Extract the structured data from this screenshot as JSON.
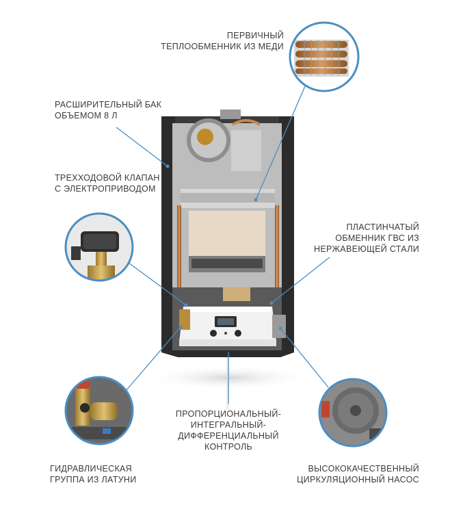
{
  "colors": {
    "callout_line": "#4a8ec2",
    "circle_border": "#4a8ec2",
    "text": "#3a3a3a",
    "boiler_frame": "#2b2b2b",
    "steel": "#c9c9c9",
    "copper": "#c9884e",
    "control_panel": "#f2f2f2"
  },
  "labels": {
    "heat_exchanger": [
      "ПЕРВИЧНЫЙ",
      "ТЕПЛООБМЕННИК ИЗ МЕДИ"
    ],
    "expansion_tank": [
      "РАСШИРИТЕЛЬНЫЙ БАК",
      "ОБЪЕМОМ 8 Л"
    ],
    "three_way_valve": [
      "ТРЕХХОДОВОЙ КЛАПАН",
      "С ЭЛЕКТРОПРИВОДОМ"
    ],
    "plate_exchanger": [
      "ПЛАСТИНЧАТЫЙ",
      "ОБМЕННИК ГВС ИЗ",
      "НЕРЖАВЕЮЩЕЙ СТАЛИ"
    ],
    "pid_control": [
      "ПРОПОРЦИОНАЛЬНЫЙ-",
      "ИНТЕГРАЛЬНЫЙ-",
      "ДИФФЕРЕНЦИАЛЬНЫЙ",
      "КОНТРОЛЬ"
    ],
    "hydraulic_group": [
      "ГИДРАВЛИЧЕСКАЯ",
      "ГРУППА ИЗ ЛАТУНИ"
    ],
    "pump": [
      "ВЫСОКОКАЧЕСТВЕННЫЙ",
      "ЦИРКУЛЯЦИОННЫЙ НАСОС"
    ]
  }
}
